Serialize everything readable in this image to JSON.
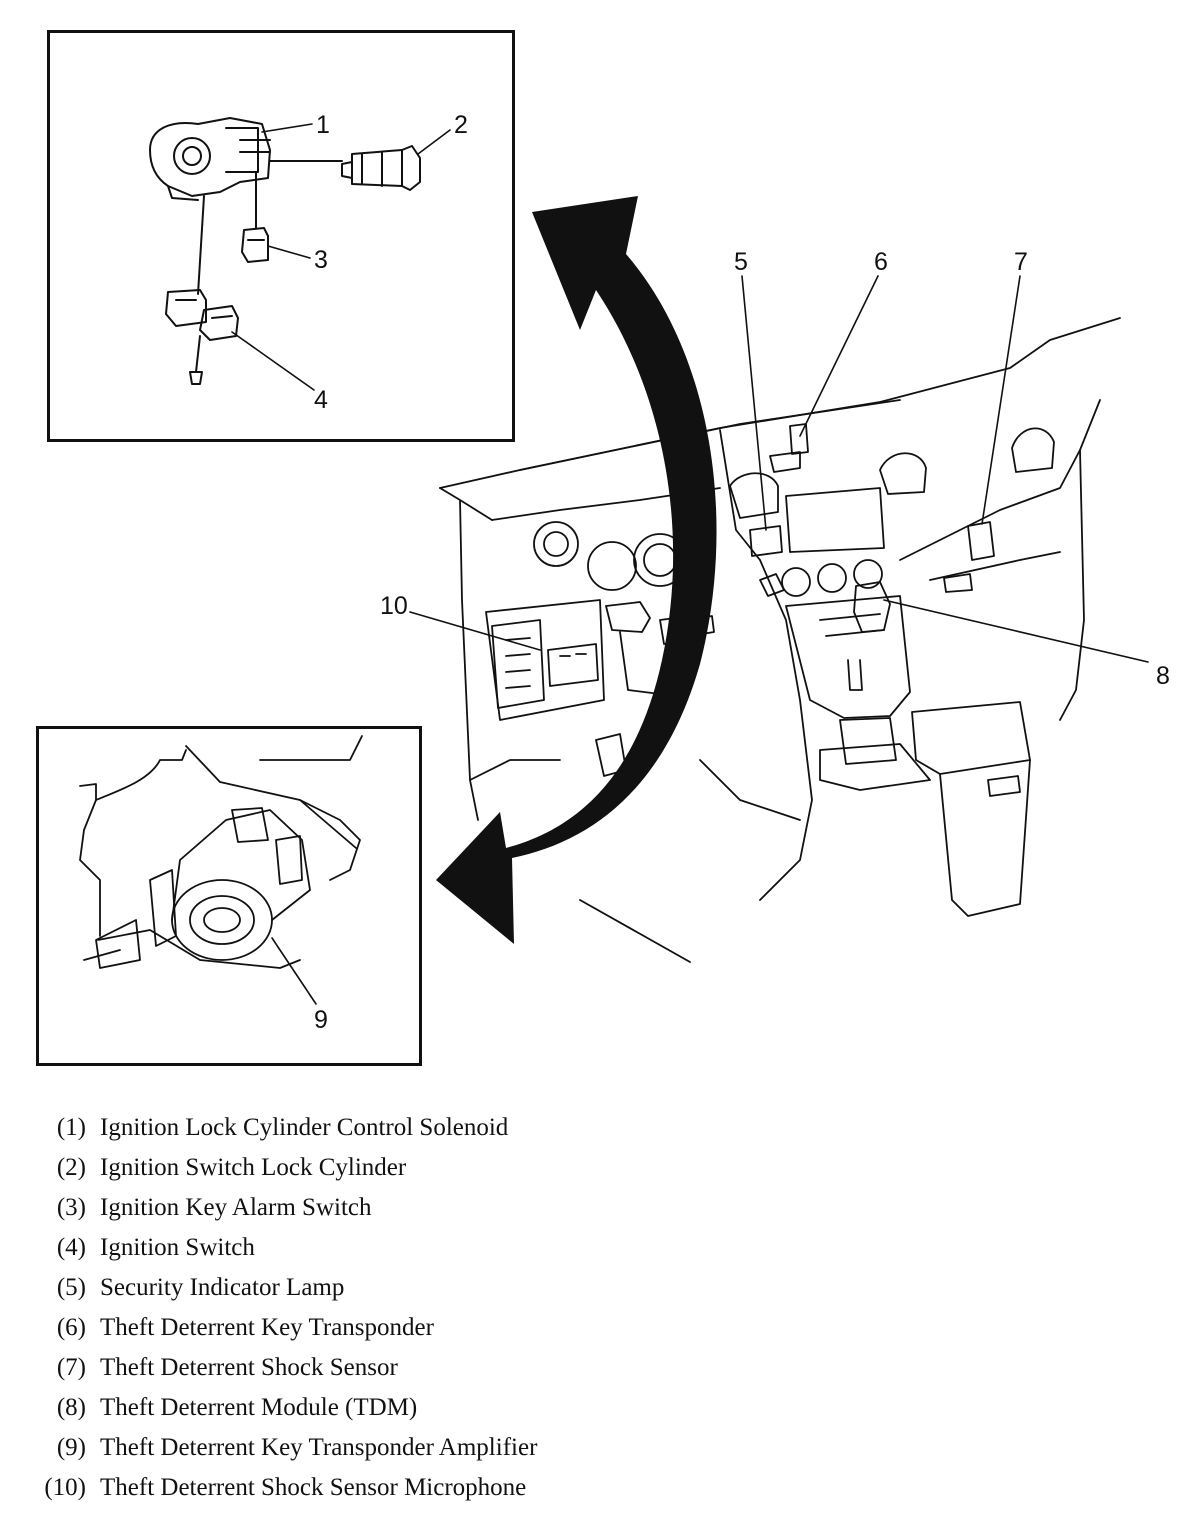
{
  "callouts": {
    "c1": "1",
    "c2": "2",
    "c3": "3",
    "c4": "4",
    "c5": "5",
    "c6": "6",
    "c7": "7",
    "c8": "8",
    "c9": "9",
    "c10": "10"
  },
  "legend": [
    {
      "num": "(1)",
      "label": "Ignition Lock Cylinder Control Solenoid"
    },
    {
      "num": "(2)",
      "label": "Ignition Switch Lock Cylinder"
    },
    {
      "num": "(3)",
      "label": "Ignition Key Alarm Switch"
    },
    {
      "num": "(4)",
      "label": "Ignition Switch"
    },
    {
      "num": "(5)",
      "label": "Security Indicator Lamp"
    },
    {
      "num": "(6)",
      "label": "Theft Deterrent Key Transponder"
    },
    {
      "num": "(7)",
      "label": "Theft Deterrent Shock Sensor"
    },
    {
      "num": "(8)",
      "label": "Theft Deterrent Module (TDM)"
    },
    {
      "num": "(9)",
      "label": "Theft Deterrent Key Transponder Amplifier"
    },
    {
      "num": "(10)",
      "label": "Theft Deterrent Shock Sensor Microphone"
    }
  ]
}
